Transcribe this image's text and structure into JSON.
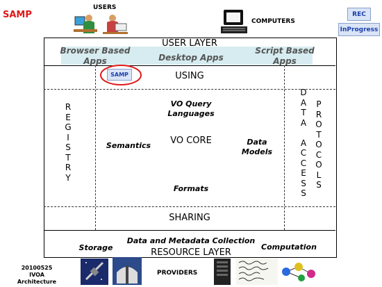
{
  "header": {
    "title": "SAMP",
    "users": "USERS",
    "computers": "COMPUTERS"
  },
  "badges": {
    "rec": "REC",
    "inprogress": "InProgress"
  },
  "layers": {
    "user": "USER LAYER",
    "resource": "RESOURCE LAYER",
    "using": "USING",
    "sharing": "SHARING"
  },
  "user_apps": {
    "browser": "Browser Based Apps",
    "desktop": "Desktop Apps",
    "script": "Script Based Apps"
  },
  "samp_box": "SAMP",
  "registry": [
    "R",
    "E",
    "G",
    "I",
    "S",
    "T",
    "R",
    "Y"
  ],
  "data_access": [
    "D",
    "A",
    "T",
    "A",
    "",
    "A",
    "C",
    "C",
    "E",
    "S",
    "S"
  ],
  "protocols": [
    "P",
    "R",
    "O",
    "T",
    "O",
    "C",
    "O",
    "L",
    "S"
  ],
  "core": {
    "vo_query": "VO Query Languages",
    "semantics": "Semantics",
    "vo_core": "VO CORE",
    "data_models": "Data Models",
    "formats": "Formats"
  },
  "resource": {
    "collection": "Data and Metadata Collection",
    "storage": "Storage",
    "computation": "Computation"
  },
  "footer": {
    "date": "20100525",
    "name": "IVOA Architecture",
    "providers": "PROVIDERS"
  },
  "colors": {
    "title": "#e01818",
    "band": "#d6ecf0",
    "badge_text": "#1c3fa8",
    "circle": "#e01818"
  }
}
